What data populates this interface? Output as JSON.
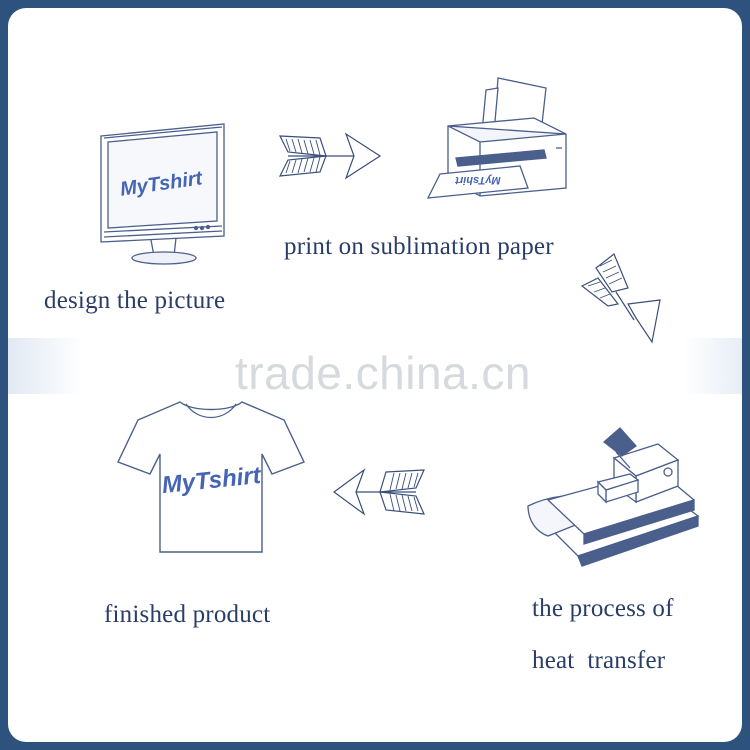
{
  "steps": {
    "design": {
      "label": "design the picture",
      "screen_text": "MyTshirt"
    },
    "print": {
      "label": "print on sublimation paper",
      "paper_text": "MyTshirt"
    },
    "heat": {
      "label_line1": "the process of",
      "label_line2": "heat  transfer"
    },
    "finished": {
      "label": "finished product",
      "shirt_text": "MyTshirt"
    }
  },
  "watermark": "trade.china.cn",
  "colors": {
    "ink": "#2a3d66",
    "accent": "#4565b4",
    "frame": "#2d527e"
  },
  "icons": [
    "monitor-icon",
    "printer-icon",
    "heat-press-icon",
    "tshirt-icon",
    "arrow-icon"
  ]
}
